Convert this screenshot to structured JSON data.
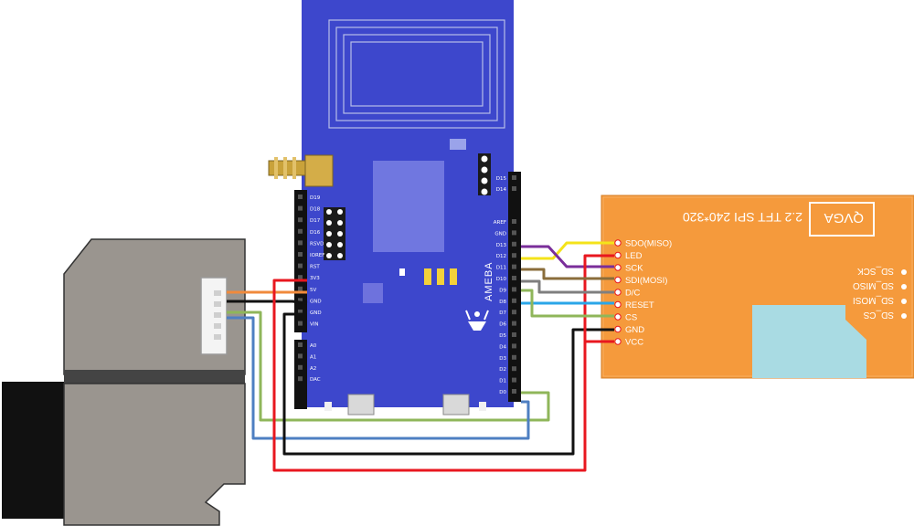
{
  "board": {
    "brand": "AMEBA",
    "left_header_pins": [
      "D19",
      "D18",
      "D17",
      "D16",
      "RSVD",
      "IOREF",
      "RST",
      "3V3",
      "5V",
      "GND",
      "GND",
      "VIN",
      "A0",
      "A1",
      "A2",
      "DAC"
    ],
    "right_header_pins": [
      "D15",
      "D14",
      "AREF",
      "GND",
      "D13",
      "D12",
      "D11",
      "D10",
      "D9",
      "D8",
      "D7",
      "D6",
      "D5",
      "D4",
      "D3",
      "D2",
      "D1",
      "D0"
    ]
  },
  "tft": {
    "pins": [
      "SDO(MISO)",
      "LED",
      "SCK",
      "SDI(MOSI)",
      "D/C",
      "RESET",
      "CS",
      "GND",
      "VCC"
    ],
    "title": "2.2 TFT  SPI  240*320",
    "badge": "QVGA",
    "sd_pins": [
      "SD_SCK",
      "SD_MISO",
      "SD_MOSI",
      "SD_CS"
    ]
  },
  "colors": {
    "board_blue": "#3d47cc",
    "tft_orange": "#f59a3c",
    "wire_red": "#e8171f",
    "wire_black": "#111111",
    "wire_yellow": "#f4e31a",
    "wire_purple": "#7a2e9a",
    "wire_brown": "#8a6d3b",
    "wire_gray": "#7f7f7f",
    "wire_cyan": "#2aa6e8",
    "wire_green": "#8fb65a",
    "wire_blue": "#4e7fc2",
    "wire_orange": "#f08a3c",
    "antenna_gold": "#c9a23a"
  }
}
